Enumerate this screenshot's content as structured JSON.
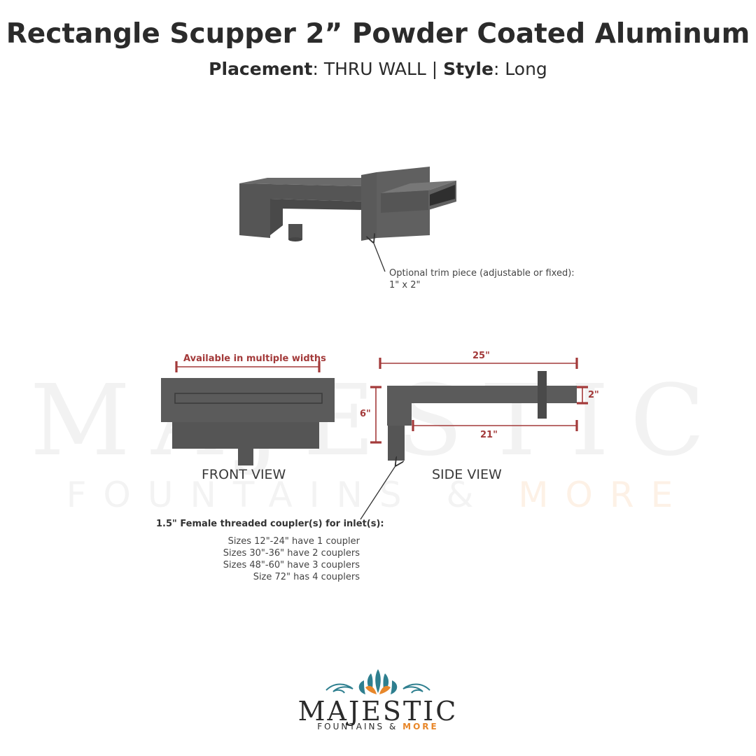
{
  "header": {
    "title": "Rectangle Scupper 2” Powder Coated Aluminum",
    "placement_label": "Placement",
    "placement_value": ": THRU WALL | ",
    "style_label": "Style",
    "style_value": ": Long"
  },
  "watermark": {
    "word": "MAJESTIC",
    "sub_main": "FOUNTAINS & ",
    "sub_more": "MORE"
  },
  "annotations": {
    "trim_line1": "Optional trim piece (adjustable or fixed):",
    "trim_line2": "1\" x 2\"",
    "widths_note": "Available in multiple widths",
    "front_view": "FRONT VIEW",
    "side_view": "SIDE VIEW",
    "dim_25": "25\"",
    "dim_2": "2\"",
    "dim_6": "6\"",
    "dim_21": "21\"",
    "coupler_title": "1.5\" Female threaded coupler(s) for inlet(s):",
    "coupler_lines": [
      "Sizes 12\"-24\" have 1 coupler",
      "Sizes 30\"-36\" have 2 couplers",
      "Sizes 48\"-60\" have 3 couplers",
      "Size 72\" has 4 couplers"
    ]
  },
  "logo": {
    "word": "MAJESTIC",
    "sub_main": "FOUNTAINS & ",
    "sub_more": "MORE"
  },
  "colors": {
    "body": "#5a5a5a",
    "dimension": "#a33a3a",
    "logo_accent": "#e8872a",
    "logo_teal": "#2e7f8f"
  }
}
